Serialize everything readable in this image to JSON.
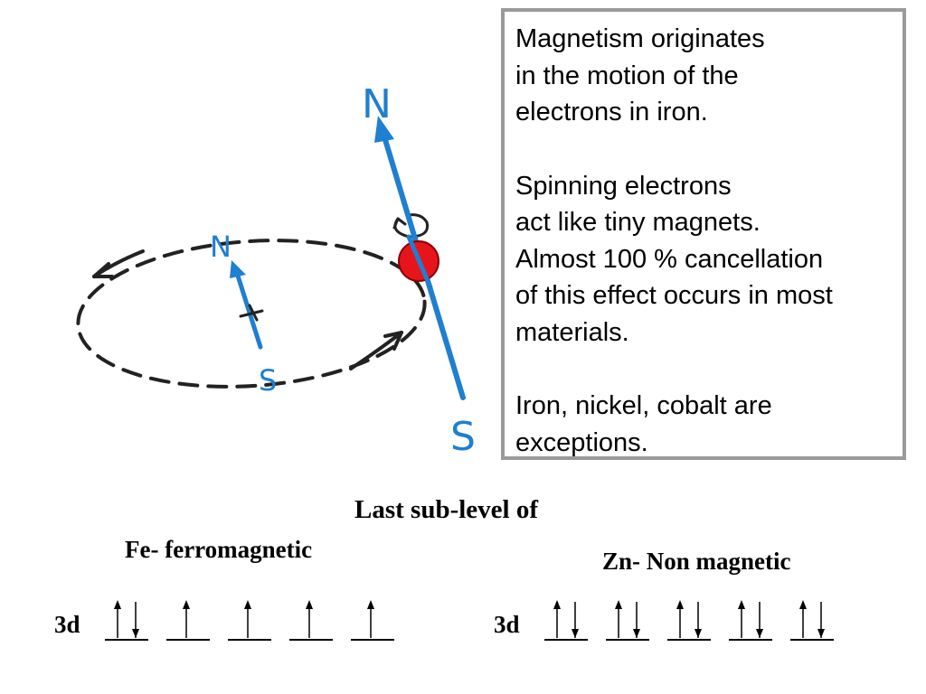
{
  "diagram": {
    "big_magnet": {
      "north_label": "N",
      "south_label": "S"
    },
    "small_magnet": {
      "north_label": "N",
      "south_label": "S"
    },
    "colors": {
      "magnet": "#1f7fd0",
      "electron": "#e8141c",
      "orbit": "#222222",
      "box_border": "#9a9a9a"
    }
  },
  "textbox": {
    "p1": "Magnetism originates\nin the motion of the\nelectrons in iron.",
    "p2": "Spinning electrons\nact like tiny magnets.\nAlmost 100 % cancellation\nof this effect occurs in most\nmaterials.",
    "p3": " Iron, nickel, cobalt are\nexceptions."
  },
  "orbitals": {
    "heading": "Last sub-level of",
    "fe": {
      "label": "Fe- ferromagnetic",
      "sublevel": "3d",
      "boxes": [
        [
          "up",
          "down"
        ],
        [
          "up"
        ],
        [
          "up"
        ],
        [
          "up"
        ],
        [
          "up"
        ]
      ]
    },
    "zn": {
      "label": "Zn- Non magnetic",
      "sublevel": "3d",
      "boxes": [
        [
          "up",
          "down"
        ],
        [
          "up",
          "down"
        ],
        [
          "up",
          "down"
        ],
        [
          "up",
          "down"
        ],
        [
          "up",
          "down"
        ]
      ]
    }
  }
}
